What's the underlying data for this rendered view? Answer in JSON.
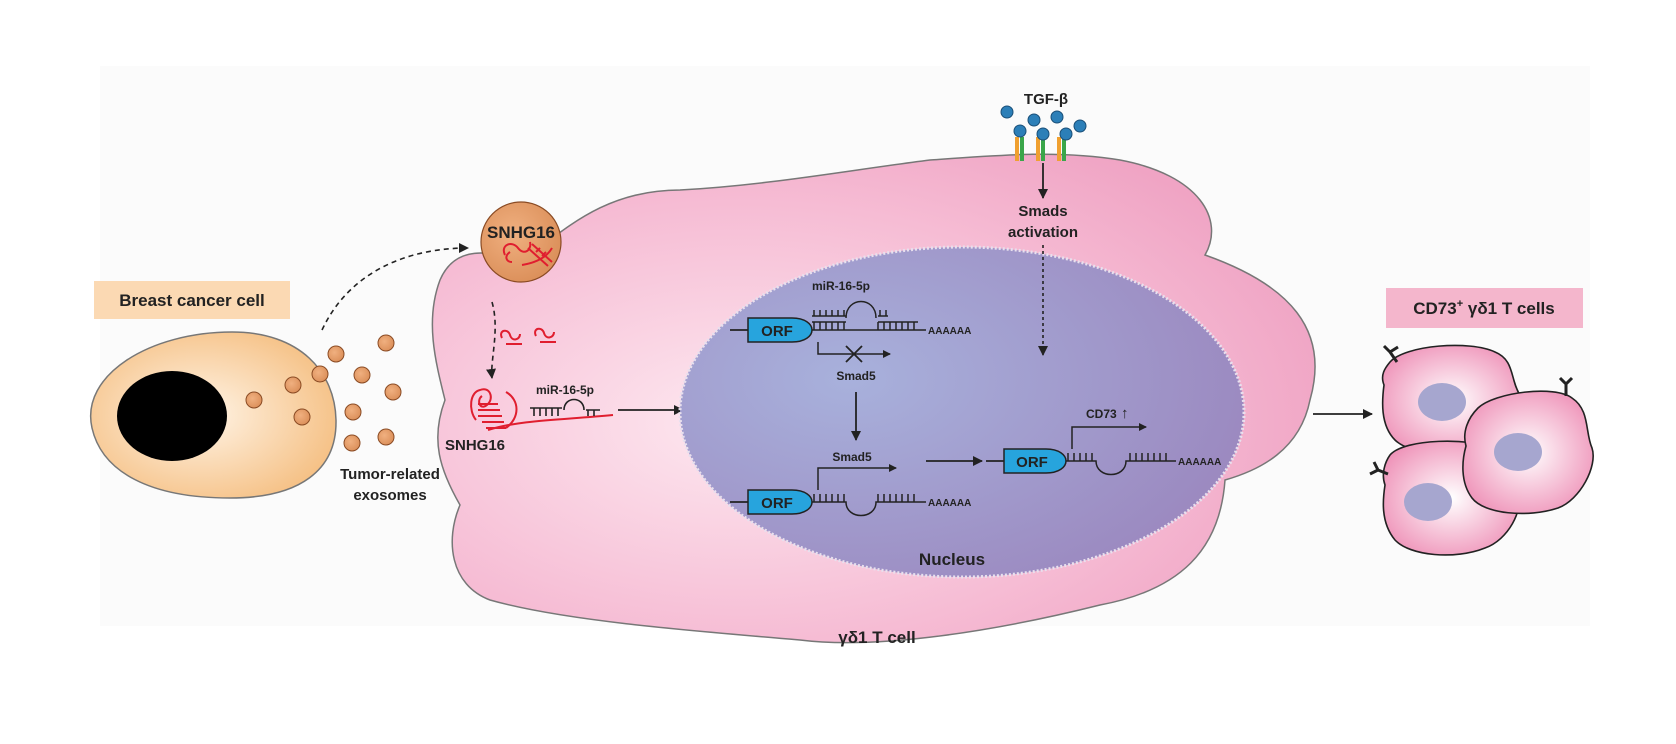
{
  "labels": {
    "breast_cancer_cell": "Breast cancer cell",
    "tumor_exosomes_line1": "Tumor-related",
    "tumor_exosomes_line2": "exosomes",
    "snhg16_exosome": "SNHG16",
    "snhg16_cytoplasm": "SNHG16",
    "mir_cytoplasm": "miR-16-5p",
    "tgf_beta": "TGF-β",
    "smads_line1": "Smads",
    "smads_line2": "activation",
    "mir_nucleus": "miR-16-5p",
    "orf_top": "ORF",
    "orf_bottom": "ORF",
    "orf_right": "ORF",
    "smad5_blocked": "Smad5",
    "smad5_active": "Smad5",
    "cd73": "CD73",
    "cd73_up": "↑",
    "polya_1": "AAAAAA",
    "polya_2": "AAAAAA",
    "polya_3": "AAAAAA",
    "nucleus": "Nucleus",
    "gd_t_cell": "γδ1 T cell",
    "output_cells_prefix": "CD73",
    "output_cells_sup": "+",
    "output_cells_suffix": " γδ1 T cells"
  },
  "colors": {
    "cancer_cell": "#f7c68f",
    "label_box": "#fbd9b3",
    "t_cell": "#f3b3cf",
    "nucleus": "#a393c6",
    "orf": "#27a4dd",
    "rna_red": "#e01e2f",
    "exosome": "#e69a6f",
    "output_label_box": "#f4b6cc",
    "tgf_dot": "#2c7fb8"
  }
}
